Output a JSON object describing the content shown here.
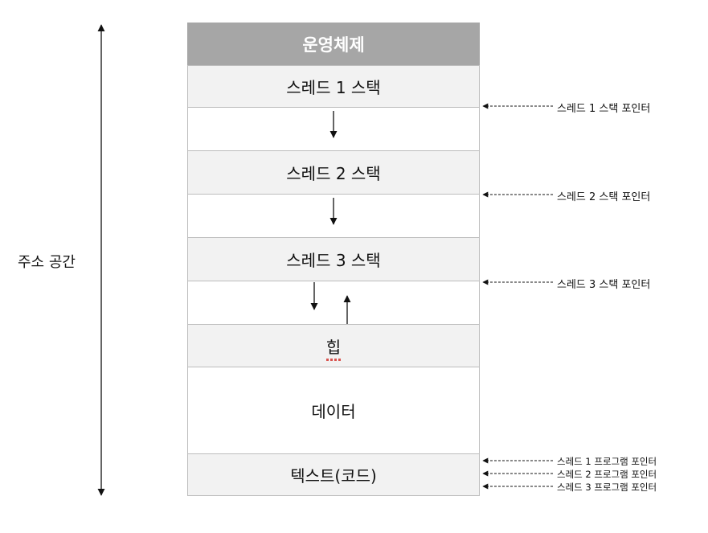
{
  "address_space_label": "주소 공간",
  "blocks": {
    "os": "운영체제",
    "stack1": "스레드 1 스택",
    "stack2": "스레드 2 스택",
    "stack3": "스레드 3 스택",
    "heap": "힙",
    "data": "데이터",
    "text": "텍스트(코드)"
  },
  "pointers": {
    "stack1_ptr": "스레드 1 스택 포인터",
    "stack2_ptr": "스레드 2 스택 포인터",
    "stack3_ptr": "스레드 3 스택 포인터",
    "prog1_ptr": "스레드 1 프로그램 포인터",
    "prog2_ptr": "스레드 2 프로그램 포인터",
    "prog3_ptr": "스레드 3 프로그램 포인터"
  },
  "colors": {
    "header_bg": "#a6a6a6",
    "segment_bg": "#f2f2f2",
    "border": "#bdbdbd"
  }
}
